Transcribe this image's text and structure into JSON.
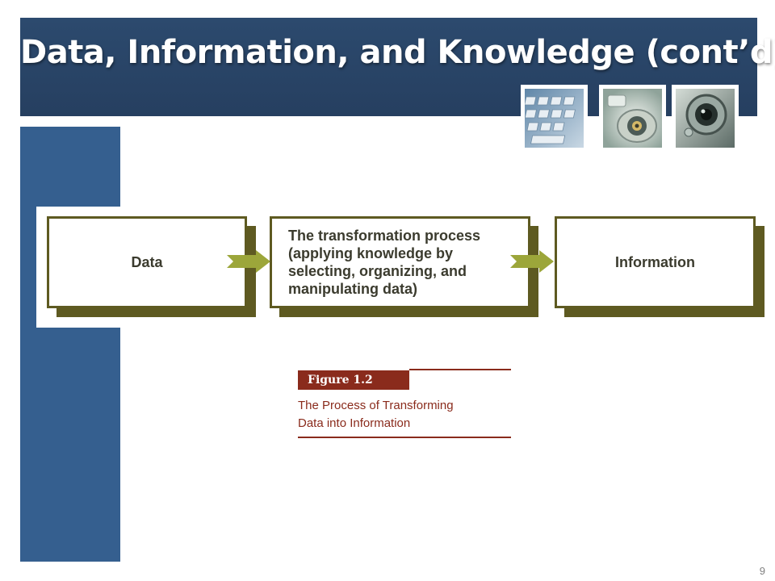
{
  "slide": {
    "title": "Data, Information, and Knowledge (cont’d)",
    "number": "9"
  },
  "header_images": [
    {
      "icon": "keyboard-photo-icon"
    },
    {
      "icon": "camera-dial-photo-icon"
    },
    {
      "icon": "camera-lens-photo-icon"
    }
  ],
  "diagram": {
    "boxes": [
      {
        "label": "Data"
      },
      {
        "label_lines": [
          "The transformation process",
          "(applying knowledge by",
          "selecting, organizing, and",
          "manipulating data)"
        ]
      },
      {
        "label": "Information"
      }
    ],
    "colors": {
      "border": "#5e5a21",
      "arrow": "#9ca63a"
    }
  },
  "caption": {
    "tag": "Figure 1.2",
    "lines": [
      "The Process of Transforming",
      "Data into Information"
    ],
    "color": "#8a2b1c"
  },
  "theme": {
    "header": "#2c4a6e",
    "sidebar": "#355f8f"
  }
}
